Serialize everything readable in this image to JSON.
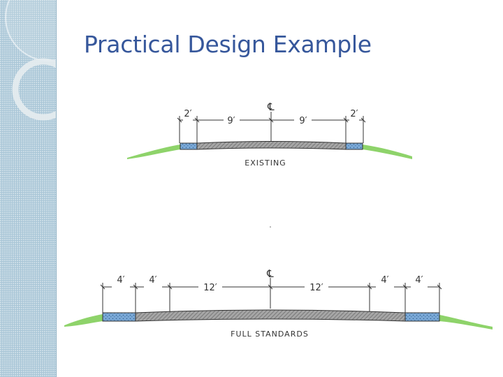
{
  "slide": {
    "title": "Practical Design Example"
  },
  "diagrams": {
    "existing": {
      "caption": "EXISTING",
      "centerline": "℄",
      "dims": [
        "2′",
        "9′",
        "9′",
        "2′"
      ]
    },
    "full": {
      "caption": "FULL STANDARDS",
      "centerline": "℄",
      "dims": [
        "4′",
        "4′",
        "12′",
        "12′",
        "4′",
        "4′"
      ]
    }
  },
  "colors": {
    "title": "#36579b",
    "sidebar": "#a9c6d7",
    "grass": "#8ed36a",
    "shoulder": "#6f9fd0",
    "pavement": "#8f8f8f"
  }
}
